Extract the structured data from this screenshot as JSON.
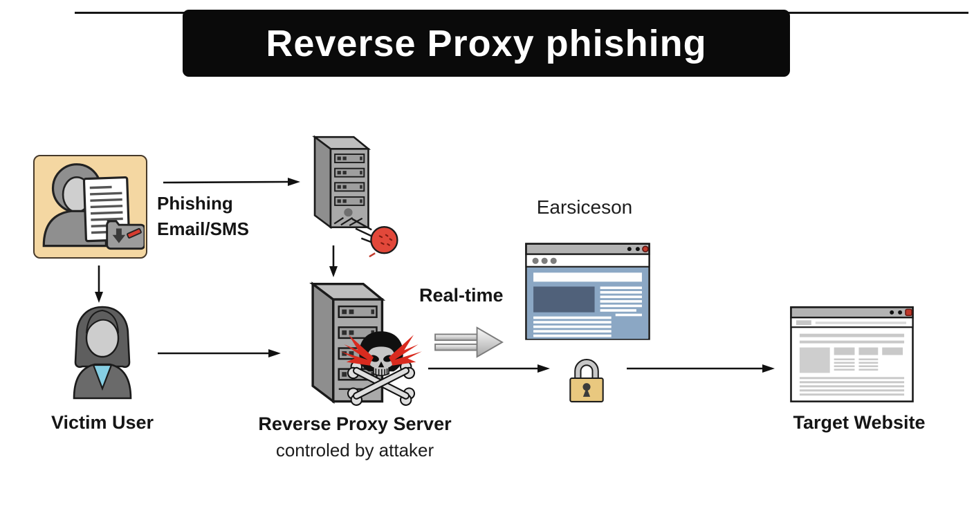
{
  "title": "Reverse Proxy phishing",
  "flow": {
    "phishing_message_line1": "Phishing",
    "phishing_message_line2": "Email/SMS",
    "victim_label": "Victim User",
    "proxy_label": "Reverse Proxy Server",
    "proxy_sublabel": "controled by attaker",
    "realtime_label": "Real-time",
    "phishing_site_label": "Earsiceson",
    "target_label": "Target Website"
  },
  "icons": {
    "phishing-source-icon": "person-with-document-and-malicious-attachment",
    "mail-server-icon": "gray-server-tower",
    "malware-comet-icon": "red-malware-ball-with-motion-lines",
    "victim-user-icon": "woman-avatar-blue-shirt",
    "attacker-server-icon": "gray-server-tower",
    "skull-crossbones-icon": "black-skull-with-red-lightning-and-crossbones",
    "realtime-arrow-icon": "gray-3d-block-arrow-right",
    "phishing-browser-icon": "browser-window-blue-content",
    "padlock-icon": "gold-padlock-gray-shackle",
    "target-browser-icon": "browser-window-gray-wireframe"
  },
  "colors": {
    "background": "#ffffff",
    "banner_bg": "#0a0a0a",
    "banner_text": "#ffffff",
    "source_box_fill": "#f4d7a2",
    "source_box_border": "#46392a",
    "server_front": "#a9a9a9",
    "server_side": "#8e8e8e",
    "server_top": "#bdbdbd",
    "malware_red": "#e2483a",
    "lightning_red": "#d92b1f",
    "browser_bar": "#b3b3b3",
    "phishing_content_blue": "#8ba7c4",
    "phishing_image_block": "#50617a",
    "padlock_body": "#e9c87f",
    "padlock_shackle": "#c8c8c8",
    "shirt_blue": "#86cfe4",
    "wireframe_gray": "#c9c9c9",
    "arrow_black": "#111111"
  }
}
